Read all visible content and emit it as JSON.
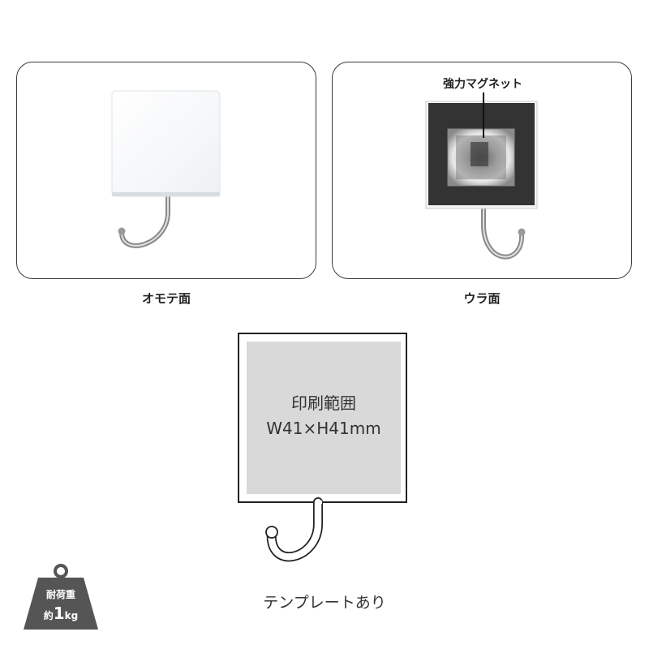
{
  "front": {
    "caption": "オモテ面"
  },
  "back": {
    "caption": "ウラ面",
    "magnet_label": "強力マグネット"
  },
  "template": {
    "print_area_title": "印刷範囲",
    "print_area_size": "W41×H41mm",
    "caption": "テンプレートあり"
  },
  "weight_badge": {
    "label": "耐荷重",
    "prefix": "約",
    "value": "1",
    "unit": "kg"
  },
  "colors": {
    "badge": "#555555",
    "print_area": "#d9d9d9",
    "magnet_pad": "#333333",
    "outline": "#222222"
  }
}
